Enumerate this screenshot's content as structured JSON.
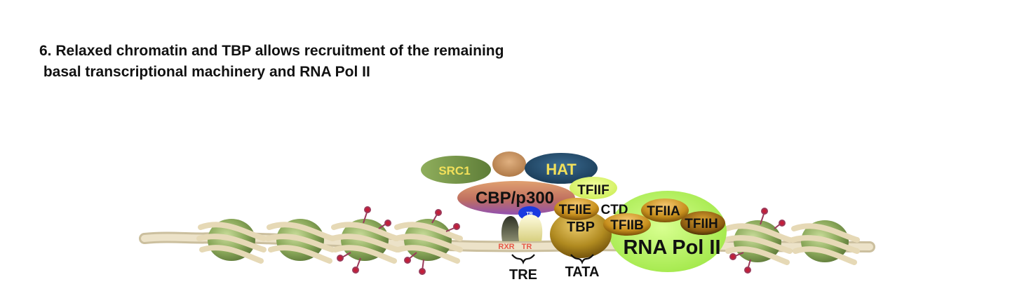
{
  "title": {
    "line1": "6. Relaxed chromatin and TBP allows recruitment of the remaining",
    "line2": " basal transcriptional machinery and RNA Pol II"
  },
  "labels": {
    "src1": "SRC1",
    "hat": "HAT",
    "cbp": "CBP/p300",
    "tfiif": "TFIIF",
    "tfiie": "TFIIE",
    "ctd": "CTD",
    "tfiia": "TFIIA",
    "tbp": "TBP",
    "tfiib": "TFIIB",
    "tfiih": "TFIIH",
    "rnapol": "RNA Pol II",
    "rxr": "RXR",
    "tr": "TR",
    "tr_small": "TR",
    "tre": "TRE",
    "tata": "TATA"
  },
  "colors": {
    "dna": "#e8dcc0",
    "nucleosome": "#8aa85a",
    "acetyl_mark": "#c41e3a",
    "src1": "#7a9a4a",
    "hat": "#234a6a",
    "cbp": "#c07060",
    "rnapol": "#b6f05a",
    "tbp": "#b08a20",
    "tr_blue": "#1a3ae0"
  }
}
